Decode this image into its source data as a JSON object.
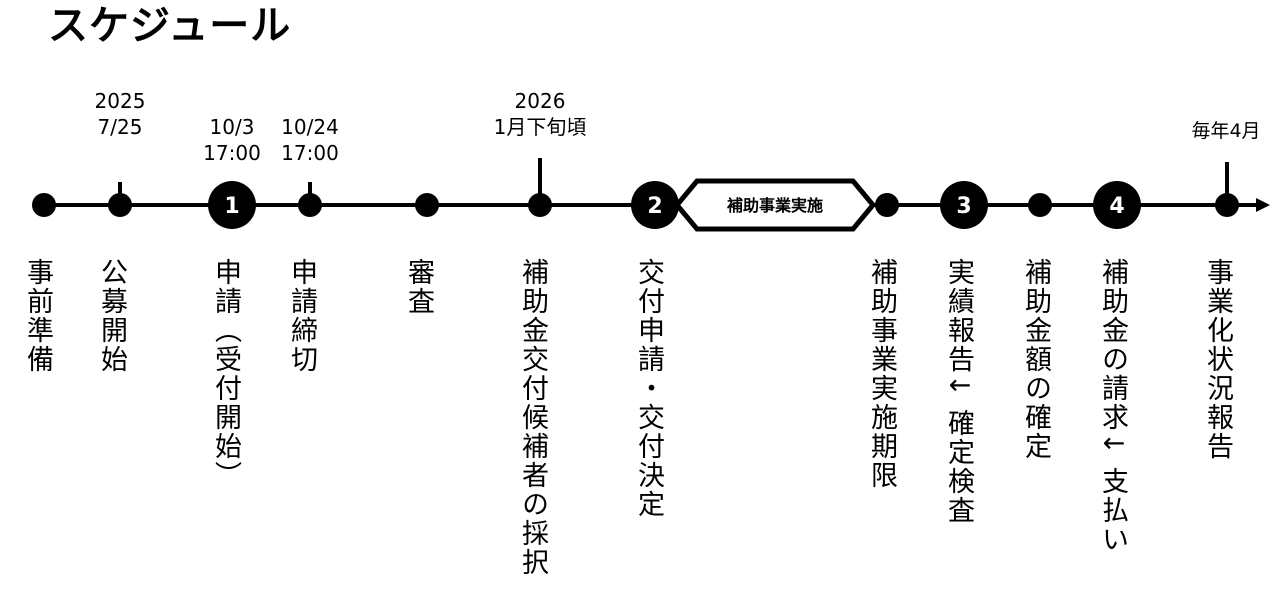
{
  "title": "スケジュール",
  "dates": {
    "d1_year": "2025",
    "d1_date": "7/25",
    "d2_date": "10/3",
    "d2_time": "17:00",
    "d3_date": "10/24",
    "d3_time": "17:00",
    "d4_year": "2026",
    "d4_date": "1月下旬頃",
    "d5": "毎年4月"
  },
  "milestones": [
    {
      "label": "事前準備"
    },
    {
      "label": "公募開始"
    },
    {
      "label": "申請（受付開始）",
      "step": "1"
    },
    {
      "label": "申請締切"
    },
    {
      "label": "審査"
    },
    {
      "label": "補助金交付候補者の採択"
    },
    {
      "label": "交付申請・交付決定",
      "step": "2"
    },
    {
      "label": "補助事業実施期限"
    },
    {
      "label": "実績報告↓ 確定検査",
      "step": "3"
    },
    {
      "label": "補助金額の確定"
    },
    {
      "label": "補助金の請求↓ 支払い",
      "step": "4"
    },
    {
      "label": "事業化状況報告"
    }
  ],
  "period_label": "補助事業実施"
}
